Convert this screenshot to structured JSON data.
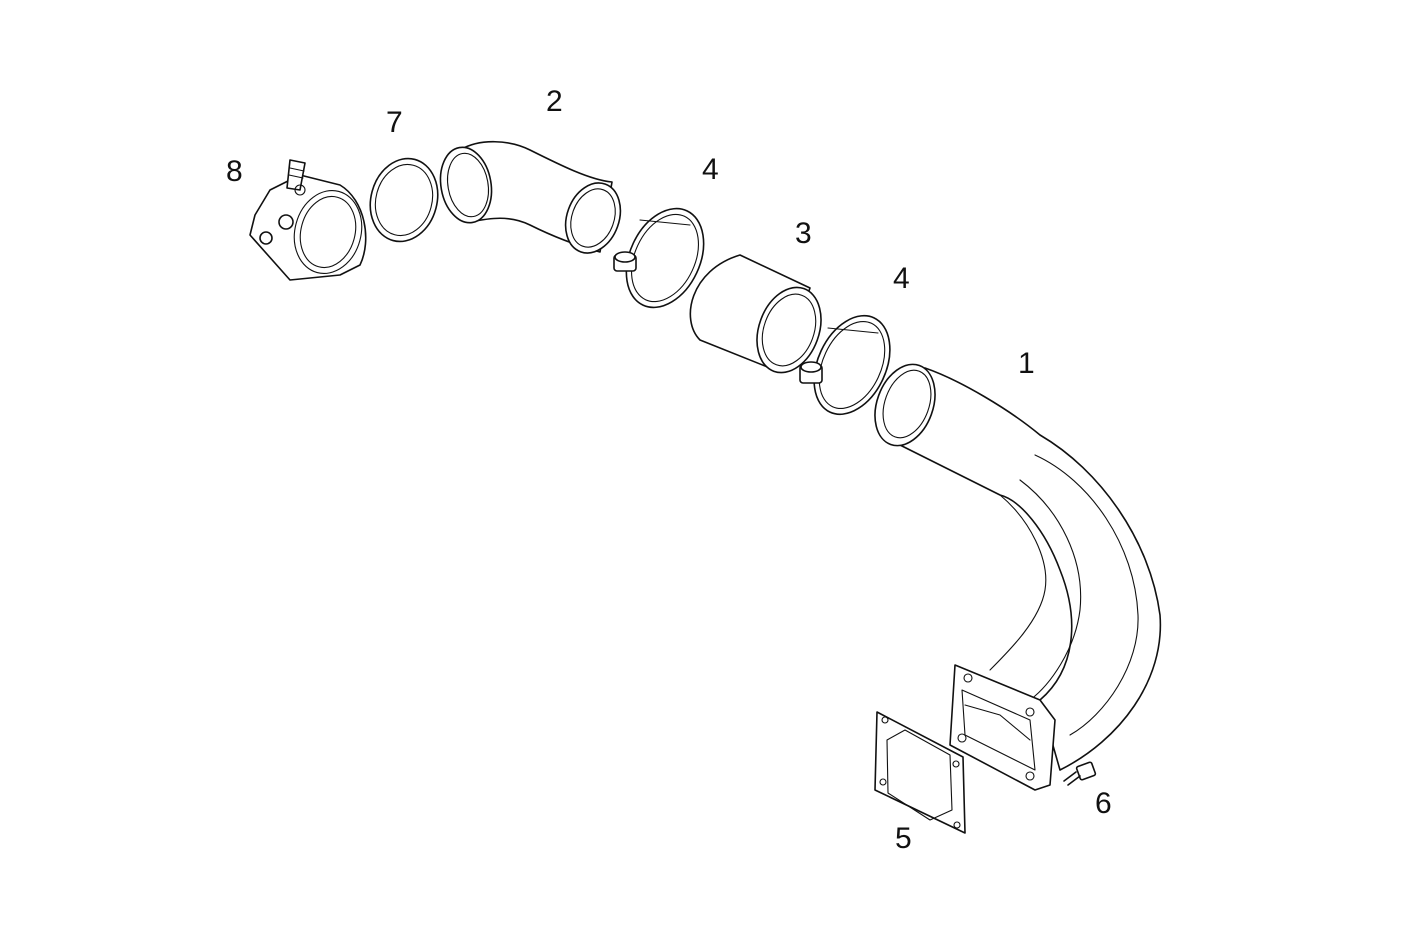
{
  "diagram": {
    "callouts": [
      {
        "id": "1",
        "label": "1"
      },
      {
        "id": "2",
        "label": "2"
      },
      {
        "id": "3",
        "label": "3"
      },
      {
        "id": "4a",
        "label": "4"
      },
      {
        "id": "4b",
        "label": "4"
      },
      {
        "id": "5",
        "label": "5"
      },
      {
        "id": "6",
        "label": "6"
      },
      {
        "id": "7",
        "label": "7"
      },
      {
        "id": "8",
        "label": "8"
      }
    ],
    "line_color": "#111111",
    "background_color": "#ffffff"
  }
}
